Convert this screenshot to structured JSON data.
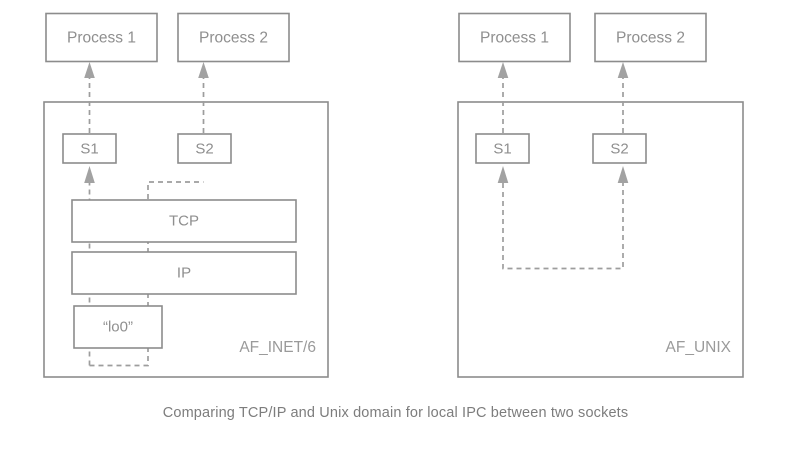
{
  "figure": {
    "caption": "Comparing TCP/IP and Unix domain for local IPC between two sockets",
    "line_color": "#8c8c8c",
    "text_color": "#8f8f8f",
    "dash_color": "#9d9d9d",
    "background": "#ffffff"
  },
  "panels": [
    {
      "id": "tcpip",
      "tag": "AF_INET/6",
      "processes": [
        {
          "label": "Process 1"
        },
        {
          "label": "Process 2"
        }
      ],
      "sockets": [
        {
          "label": "S1"
        },
        {
          "label": "S2"
        }
      ],
      "stack_layers": [
        {
          "label": "TCP"
        },
        {
          "label": "IP"
        },
        {
          "label": "“lo0”"
        }
      ]
    },
    {
      "id": "unix",
      "tag": "AF_UNIX",
      "processes": [
        {
          "label": "Process 1"
        },
        {
          "label": "Process 2"
        }
      ],
      "sockets": [
        {
          "label": "S1"
        },
        {
          "label": "S2"
        }
      ],
      "stack_layers": []
    }
  ]
}
